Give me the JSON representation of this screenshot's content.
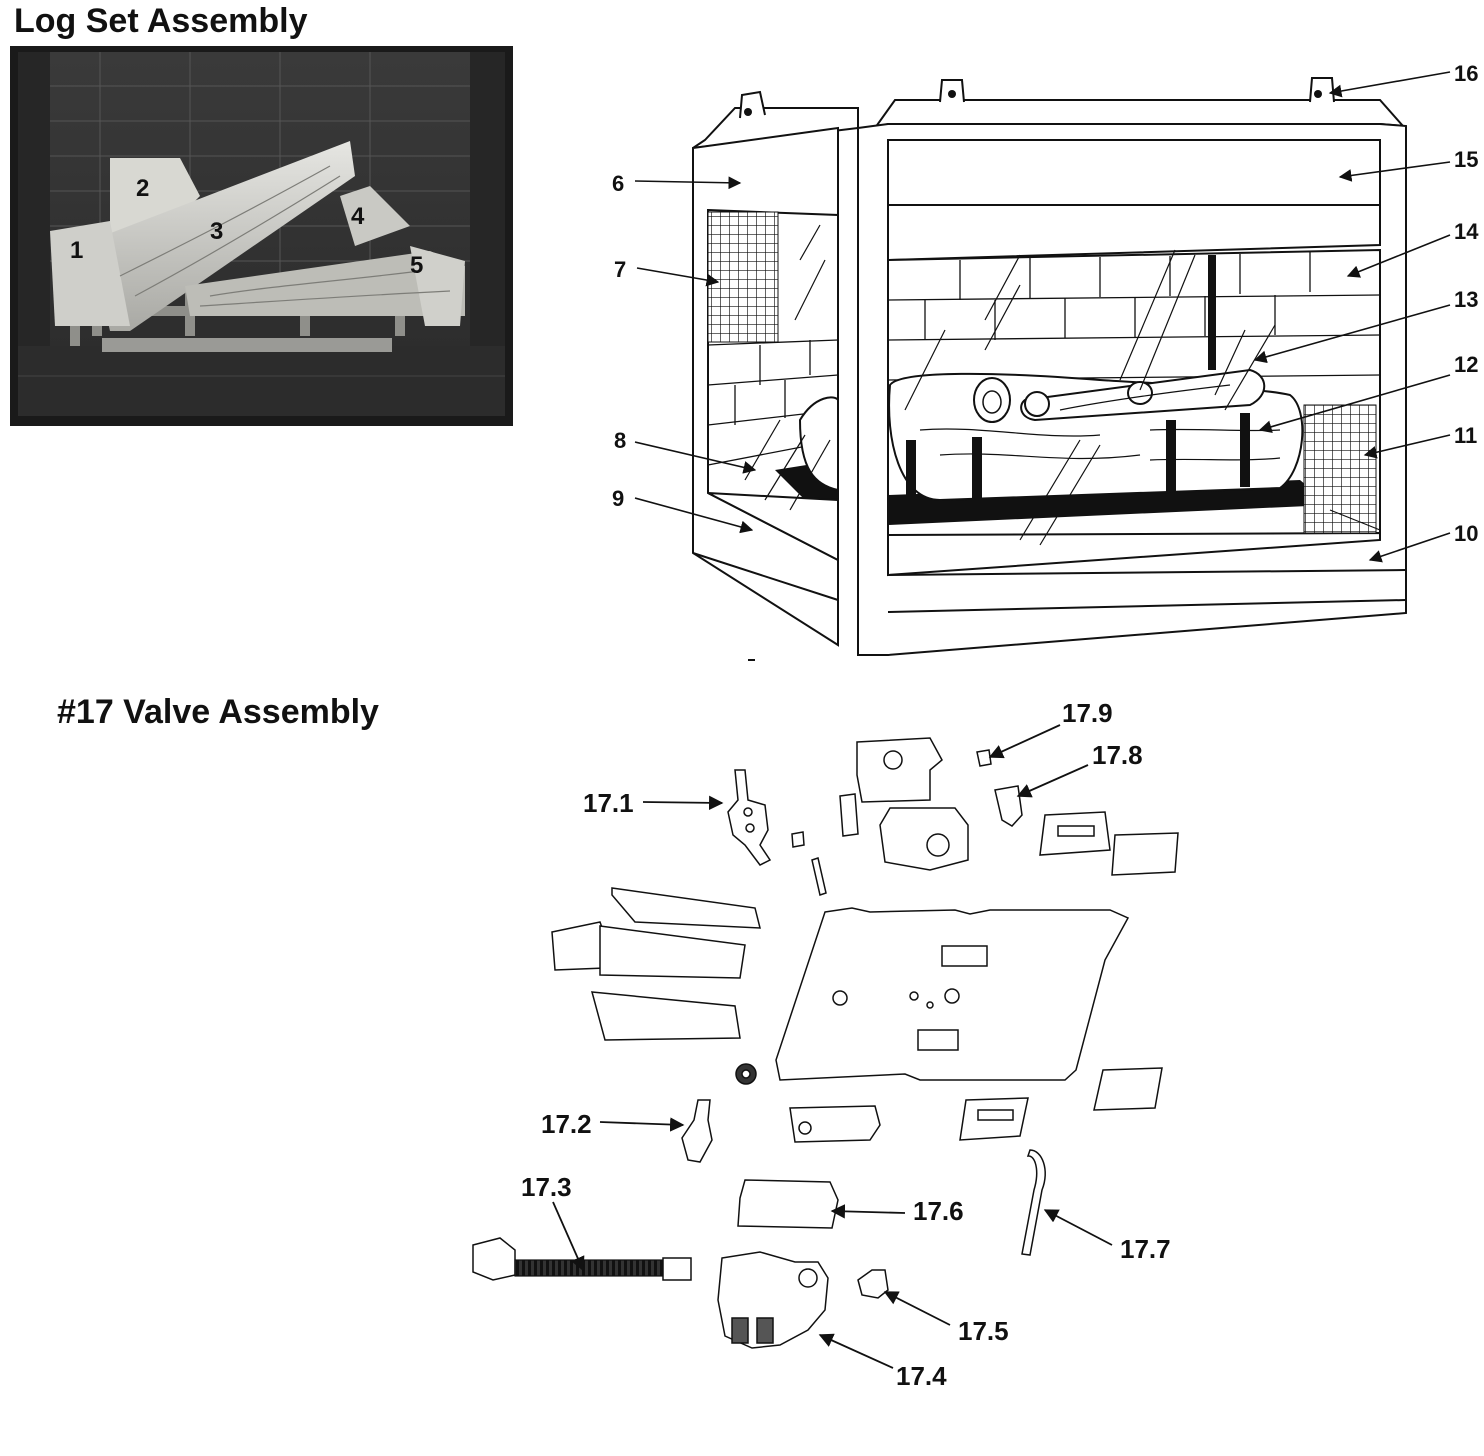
{
  "headings": {
    "log_set": "Log Set Assembly",
    "valve": "#17 Valve Assembly"
  },
  "log_photo": {
    "labels": [
      "1",
      "2",
      "3",
      "4",
      "5"
    ]
  },
  "fireplace": {
    "callouts": [
      "6",
      "7",
      "8",
      "9",
      "10",
      "11",
      "12",
      "13",
      "14",
      "15",
      "16"
    ]
  },
  "valve_assembly": {
    "callouts": [
      "17.1",
      "17.2",
      "17.3",
      "17.4",
      "17.5",
      "17.6",
      "17.7",
      "17.8",
      "17.9"
    ]
  }
}
